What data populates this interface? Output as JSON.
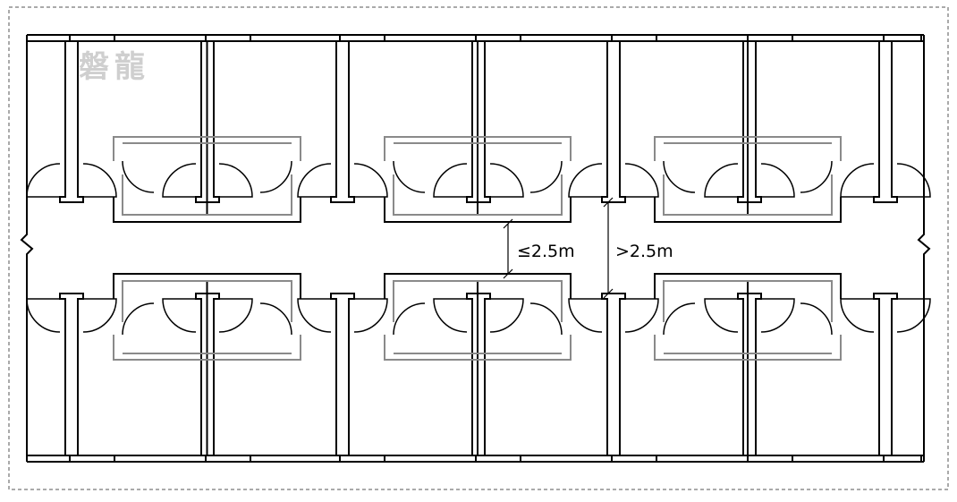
{
  "watermark": {
    "text": "磐龍"
  },
  "dimensions": {
    "narrow_corridor": "≤2.5m",
    "wide_corridor": ">2.5m"
  },
  "colors": {
    "wall": "#000000",
    "inner_unit": "#808080",
    "watermark": "#cfcfcf",
    "border": "#555555"
  }
}
